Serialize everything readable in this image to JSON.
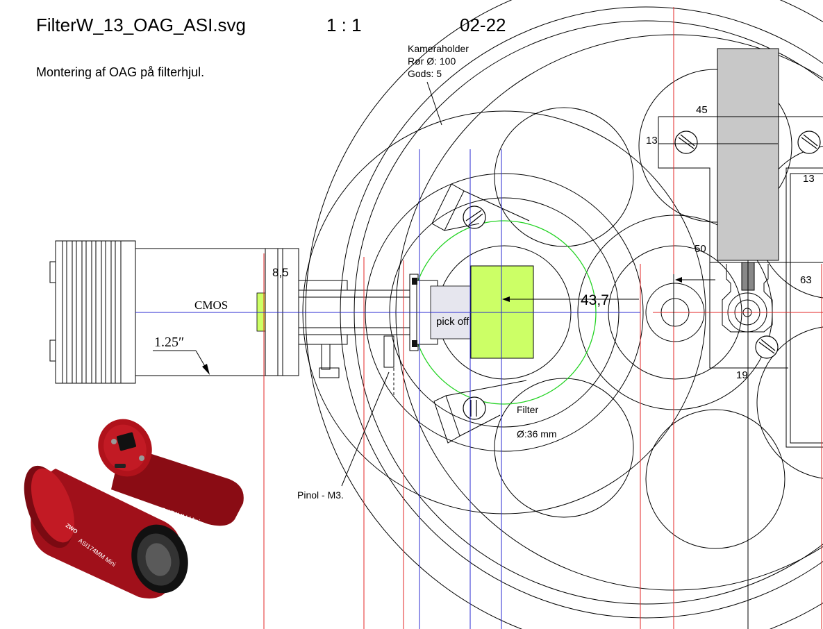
{
  "header": {
    "filename": "FilterW_13_OAG_ASI.svg",
    "scale": "1 : 1",
    "date": "02-22",
    "subtitle": "Montering af OAG på filterhjul."
  },
  "callouts": {
    "camera_holder": [
      "Kameraholder",
      "Rør Ø: 100",
      "Gods: 5"
    ],
    "pin": "Pinol - M3.",
    "filter": "Filter",
    "filter_size": "Ø:36 mm"
  },
  "labels": {
    "cmos": "CMOS",
    "nosepiece": "1.25″",
    "pick_off": "pick off"
  },
  "dimensions": {
    "d_8_5": "8,5",
    "d_43_7": "43,7",
    "d_45": "45",
    "d_13a": "13",
    "d_13b": "13",
    "d_50": "50",
    "d_63": "63",
    "d_19": "19"
  },
  "photo": {
    "brand": "ZWO",
    "model": "ASI174MM Mini"
  },
  "colors": {
    "green_fill": "#ccff66",
    "red_line": "#e32626",
    "blue_line": "#2a2ad0",
    "green_circle": "#23d323",
    "gray_fill": "#c8c8c8",
    "camera_red": "#b0121b"
  }
}
